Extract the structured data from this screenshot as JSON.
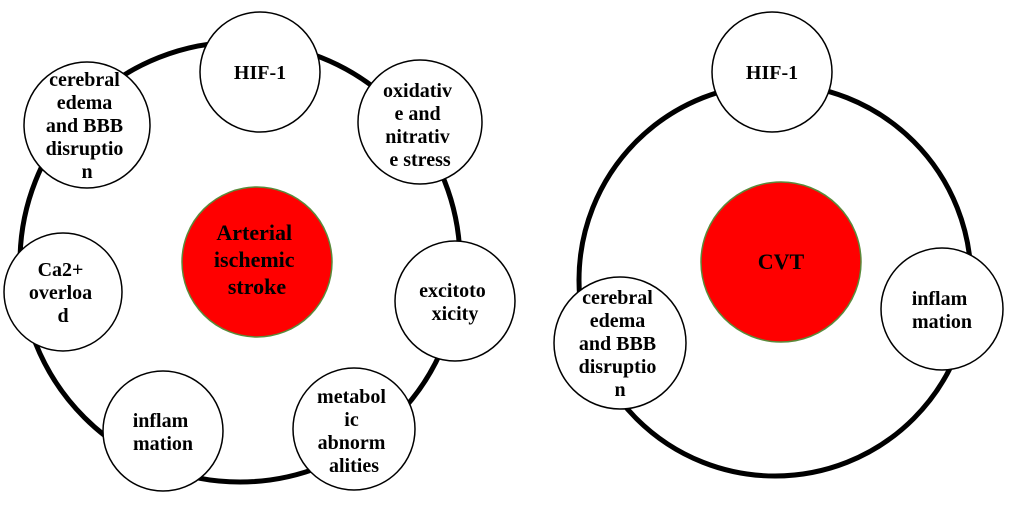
{
  "colors": {
    "ring": "#000000",
    "node_fill": "#ffffff",
    "center_fill": "#ff0000",
    "center_stroke": "#5a8a3a"
  },
  "diagrams": [
    {
      "id": "arterial",
      "center": {
        "lines": [
          "Arterial",
          "ischemic",
          "stroke"
        ]
      },
      "nodes": [
        {
          "id": "hif1",
          "lines": [
            "HIF-1"
          ]
        },
        {
          "id": "oxidative",
          "lines": [
            "oxidativ",
            "e and",
            "nitrativ",
            "e stress"
          ]
        },
        {
          "id": "excitotoxicity",
          "lines": [
            "excitoto",
            "xicity"
          ]
        },
        {
          "id": "metabolic",
          "lines": [
            "metabol",
            "ic",
            "abnorm",
            "alities"
          ]
        },
        {
          "id": "inflammation",
          "lines": [
            "inflam",
            "mation"
          ]
        },
        {
          "id": "ca-overload",
          "lines": [
            "Ca2+",
            "overloa",
            "d"
          ]
        },
        {
          "id": "edema",
          "lines": [
            "cerebral",
            "edema",
            "and BBB",
            "disruptio",
            "n"
          ]
        }
      ]
    },
    {
      "id": "cvt",
      "center": {
        "lines": [
          "CVT"
        ]
      },
      "nodes": [
        {
          "id": "hif1",
          "lines": [
            "HIF-1"
          ]
        },
        {
          "id": "inflammation",
          "lines": [
            "inflam",
            "mation"
          ]
        },
        {
          "id": "edema",
          "lines": [
            "cerebral",
            "edema",
            "and BBB",
            "disruptio",
            "n"
          ]
        }
      ]
    }
  ]
}
